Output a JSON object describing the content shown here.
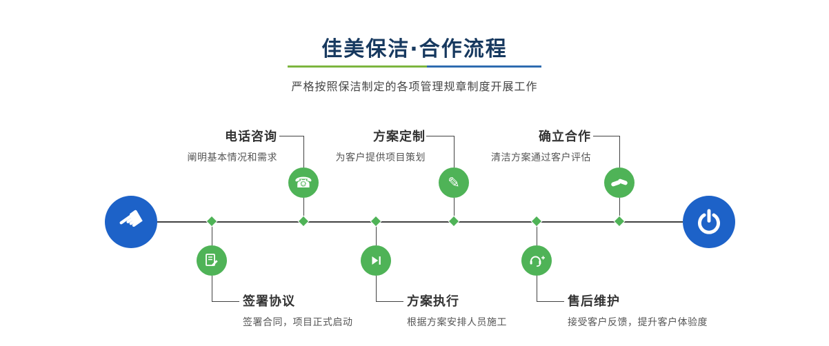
{
  "header": {
    "title": "佳美保洁·合作流程",
    "subtitle": "严格按照保洁制定的各项管理规章制度开展工作"
  },
  "colors": {
    "title_navy": "#17395f",
    "underline_green": "#7cb53e",
    "underline_blue": "#2e6cb0",
    "green": "#4fb357",
    "blue": "#1d62c8",
    "line_color": "#404040"
  },
  "flow": {
    "start_icon": "hand-pointer-icon",
    "end_icon": "power-icon",
    "steps_top": [
      {
        "title": "电话咨询",
        "desc": "阐明基本情况和需求",
        "icon": "phone-icon"
      },
      {
        "title": "方案定制",
        "desc": "为客户提供项目策划",
        "icon": "design-icon"
      },
      {
        "title": "确立合作",
        "desc": "清洁方案通过客户评估",
        "icon": "handshake-icon"
      }
    ],
    "steps_bottom": [
      {
        "title": "签署协议",
        "desc": "签署合同，项目正式启动",
        "icon": "contract-icon"
      },
      {
        "title": "方案执行",
        "desc": "根据方案安排人员施工",
        "icon": "play-icon"
      },
      {
        "title": "售后维护",
        "desc": "接受客户反馈，提升客户体验度",
        "icon": "headset-icon"
      }
    ]
  }
}
